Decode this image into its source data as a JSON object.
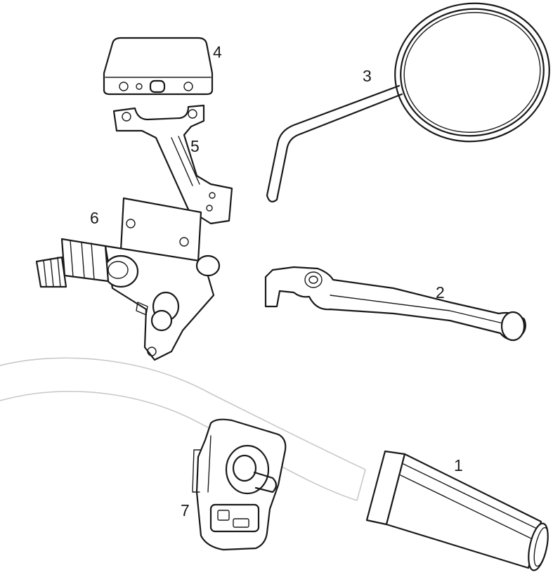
{
  "diagram": {
    "callouts": [
      {
        "id": "grip",
        "label": "1"
      },
      {
        "id": "lever",
        "label": "2"
      },
      {
        "id": "mirror",
        "label": "3"
      },
      {
        "id": "reservoir-cap",
        "label": "4"
      },
      {
        "id": "bracket",
        "label": "5"
      },
      {
        "id": "master-cylinder",
        "label": "6"
      },
      {
        "id": "switch-assembly",
        "label": "7"
      }
    ]
  }
}
